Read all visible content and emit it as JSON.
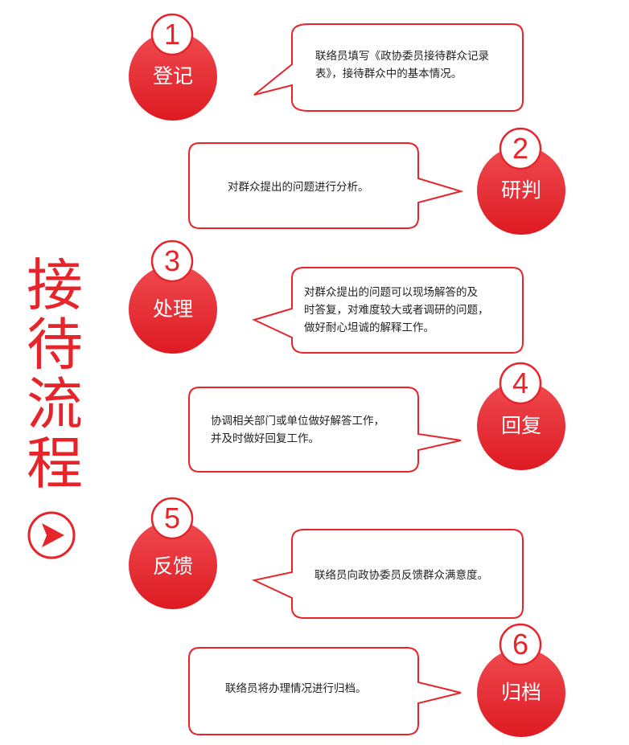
{
  "title": [
    "接",
    "待",
    "流",
    "程"
  ],
  "arrow_icon": "play-arrow-icon",
  "colors": {
    "accent": "#e8242b",
    "bubble_top": "#ef4a50",
    "bubble_bottom": "#e01c24",
    "text": "#222222"
  },
  "steps": [
    {
      "number": "1",
      "label": "登记",
      "text": [
        "联络员填写《政协委员接待群众记录",
        "表》，接待群众中的基本情况。"
      ]
    },
    {
      "number": "2",
      "label": "研判",
      "text": [
        "对群众提出的问题进行分析。"
      ]
    },
    {
      "number": "3",
      "label": "处理",
      "text": [
        "对群众提出的问题可以现场解答的及",
        "时答复，对难度较大或者调研的问题，",
        "做好耐心坦诚的解释工作。"
      ]
    },
    {
      "number": "4",
      "label": "回复",
      "text": [
        "协调相关部门或单位做好解答工作，",
        "并及时做好回复工作。"
      ]
    },
    {
      "number": "5",
      "label": "反馈",
      "text": [
        "联络员向政协委员反馈群众满意度。"
      ]
    },
    {
      "number": "6",
      "label": "归档",
      "text": [
        "联络员将办理情况进行归档。"
      ]
    }
  ]
}
